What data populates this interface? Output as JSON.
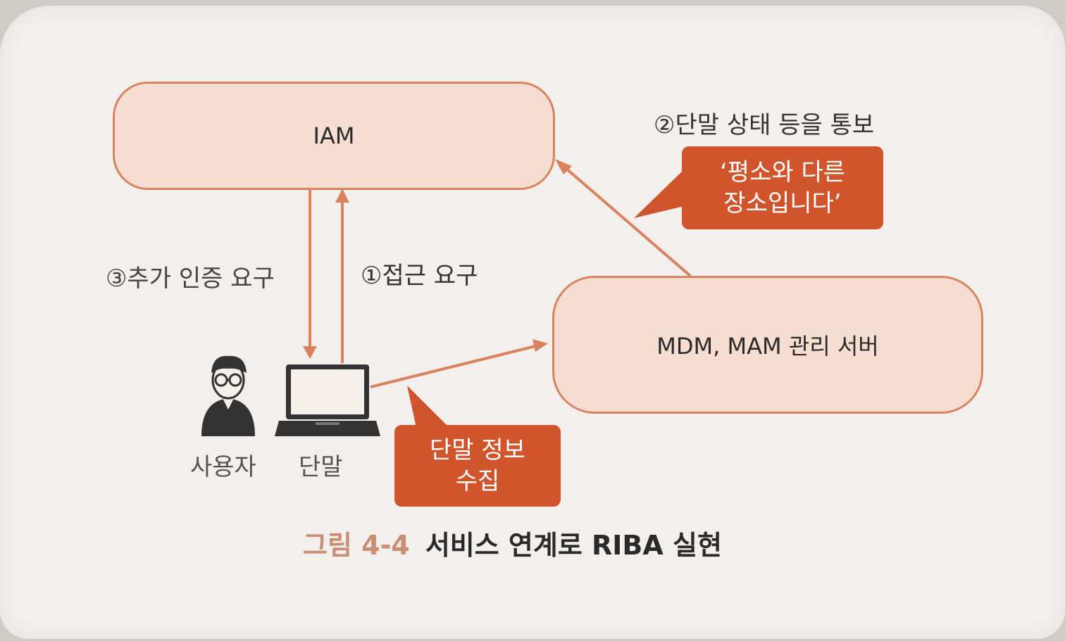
{
  "nodes": {
    "iam": "IAM",
    "mdm": "MDM, MAM 관리 서버"
  },
  "steps": {
    "step1": "①접근 요구",
    "step2": "②단말 상태 등을 통보",
    "step3": "③추가 인증 요구"
  },
  "callouts": {
    "place_line1": "‘평소와 다른",
    "place_line2": "장소입니다’",
    "collect_line1": "단말 정보",
    "collect_line2": "수집"
  },
  "actors": {
    "user": "사용자",
    "device": "단말"
  },
  "caption": {
    "number": "그림 4-4",
    "title": "서비스 연계로 RIBA 실현"
  },
  "colors": {
    "node_fill": "#f6ddd2",
    "node_border": "#d98460",
    "arrow": "#d9825e",
    "callout": "#d0552d"
  }
}
